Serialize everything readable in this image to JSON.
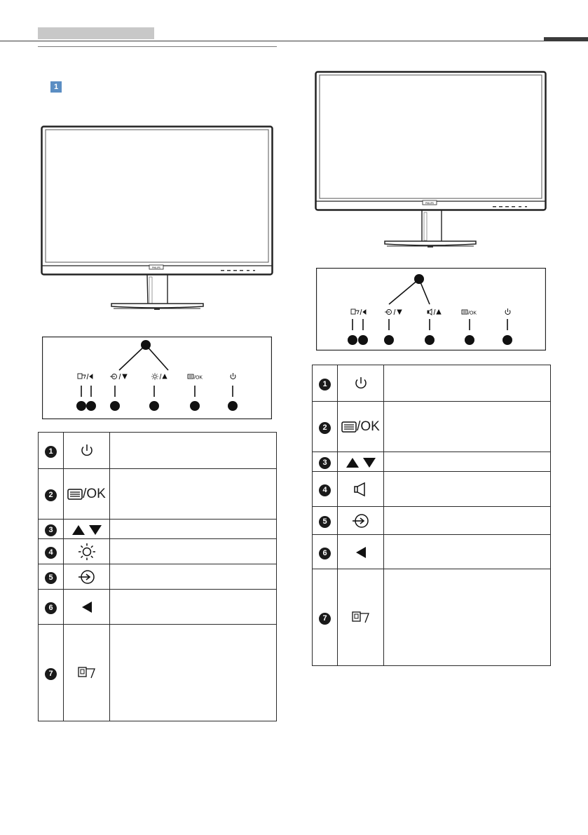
{
  "monitor": {
    "brand_text": "PHILIPS"
  },
  "section": {
    "number": "1"
  },
  "panel": {
    "labels": {
      "left_ok": "/OK",
      "right_ok": "/OK"
    }
  },
  "left_table": {
    "rows": [
      {
        "num": "1",
        "icon": "power-icon"
      },
      {
        "num": "2",
        "icon": "menu-ok-icon",
        "text": "/OK"
      },
      {
        "num": "3",
        "icon": "up-down-triangles-icon"
      },
      {
        "num": "4",
        "icon": "brightness-icon"
      },
      {
        "num": "5",
        "icon": "input-icon"
      },
      {
        "num": "6",
        "icon": "back-triangle-icon"
      },
      {
        "num": "7",
        "icon": "smartimage-icon"
      }
    ]
  },
  "right_table": {
    "rows": [
      {
        "num": "1",
        "icon": "power-icon"
      },
      {
        "num": "2",
        "icon": "menu-ok-icon",
        "text": "/OK"
      },
      {
        "num": "3",
        "icon": "up-down-triangles-icon"
      },
      {
        "num": "4",
        "icon": "volume-icon"
      },
      {
        "num": "5",
        "icon": "input-icon"
      },
      {
        "num": "6",
        "icon": "back-triangle-icon"
      },
      {
        "num": "7",
        "icon": "smartimage-icon"
      }
    ]
  }
}
